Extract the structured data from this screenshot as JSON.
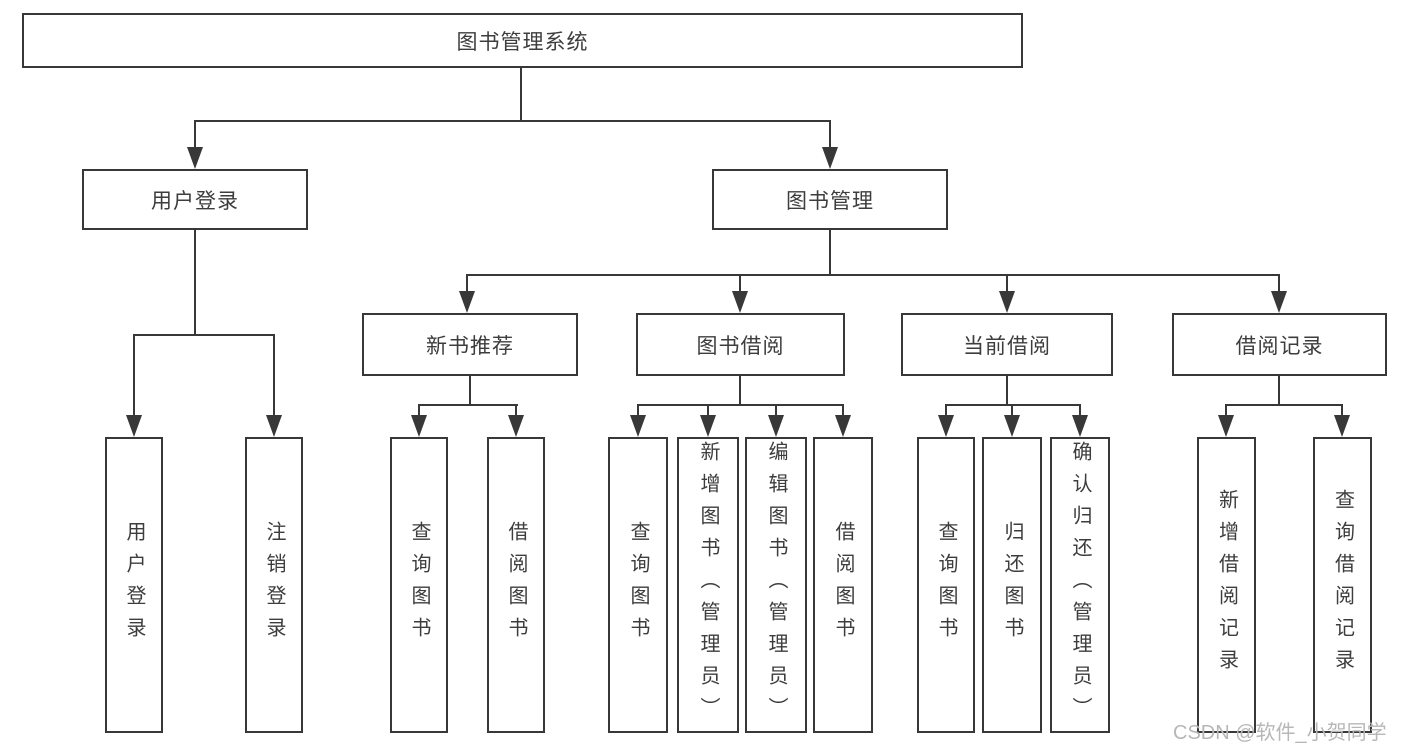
{
  "colors": {
    "line": "#383838",
    "text": "#3d3d3d",
    "background": "#ffffff",
    "watermark": "#b7b7b7"
  },
  "diagram": {
    "root": {
      "label": "图书管理系统"
    },
    "level2": [
      {
        "label": "用户登录"
      },
      {
        "label": "图书管理"
      }
    ],
    "level3": [
      {
        "label": "新书推荐"
      },
      {
        "label": "图书借阅"
      },
      {
        "label": "当前借阅"
      },
      {
        "label": "借阅记录"
      }
    ],
    "leaves": {
      "login": [
        {
          "label": "用户登录"
        },
        {
          "label": "注销登录"
        }
      ],
      "recommend": [
        {
          "label": "查询图书"
        },
        {
          "label": "借阅图书"
        }
      ],
      "borrow": [
        {
          "label": "查询图书"
        },
        {
          "label": "新增图书（管理员）"
        },
        {
          "label": "编辑图书（管理员）"
        },
        {
          "label": "借阅图书"
        }
      ],
      "current": [
        {
          "label": "查询图书"
        },
        {
          "label": "归还图书"
        },
        {
          "label": "确认归还（管理员）"
        }
      ],
      "records": [
        {
          "label": "新增借阅记录"
        },
        {
          "label": "查询借阅记录"
        }
      ]
    }
  },
  "watermark": {
    "text": "CSDN @软件_小贺同学"
  }
}
